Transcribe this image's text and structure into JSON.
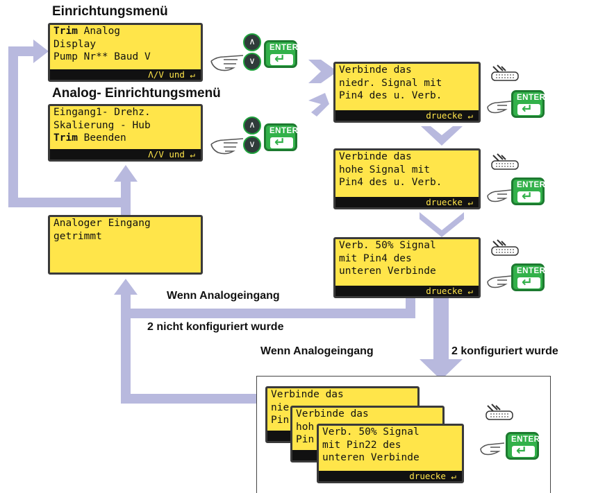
{
  "headings": {
    "setup_menu": "Einrichtungsmenü",
    "analog_menu": "Analog- Einrichtungsmenü"
  },
  "screens": {
    "setup": {
      "lines": [
        "Trim Analog",
        "Display",
        "Pump Nr** Baud V"
      ],
      "bold_word": "Trim",
      "footer": "Λ/V und ↵"
    },
    "analog": {
      "lines": [
        "Eingang1- Drehz.",
        "Skalierung - Hub",
        "Trim Beenden"
      ],
      "bold_word": "Trim",
      "footer": "Λ/V und ↵"
    },
    "trimmed": {
      "lines": [
        "Analoger Eingang",
        "getrimmt"
      ]
    },
    "step_low": {
      "lines": [
        "Verbinde das",
        "niedr. Signal mit",
        "Pin4 des u. Verb."
      ],
      "footer": "druecke ↵"
    },
    "step_high": {
      "lines": [
        "Verbinde das",
        "hohe Signal mit",
        "Pin4 des u. Verb."
      ],
      "footer": "druecke ↵"
    },
    "step_50": {
      "lines": [
        "Verb. 50% Signal",
        "mit Pin4 des",
        "unteren Verbinde"
      ],
      "footer": "druecke ↵"
    },
    "ch2_low": {
      "lines": [
        "Verbinde das",
        "nie",
        "Pin"
      ]
    },
    "ch2_high": {
      "lines": [
        "Verbinde das",
        "hoh",
        "Pin"
      ]
    },
    "ch2_50": {
      "lines": [
        "Verb. 50% Signal",
        "mit Pin22 des",
        "unteren Verbinde"
      ],
      "footer": "druecke ↵"
    }
  },
  "buttons": {
    "enter_label": "ENTER",
    "up_glyph": "∧",
    "down_glyph": "∨"
  },
  "branch_labels": {
    "not_configured_1": "Wenn Analogeingang",
    "not_configured_2": "2 nicht konfiguriert wurde",
    "configured_1": "Wenn Analogeingang",
    "configured_2": "2 konfiguriert wurde"
  },
  "icons": {
    "connector": "connector-icon",
    "hand": "pointing-hand-icon",
    "enter": "enter-key-icon"
  },
  "colors": {
    "lcd_background": "#ffe54a",
    "lcd_footer": "#111111",
    "connector_arrows": "#b8b9de",
    "enter_key": "#32b14a"
  }
}
